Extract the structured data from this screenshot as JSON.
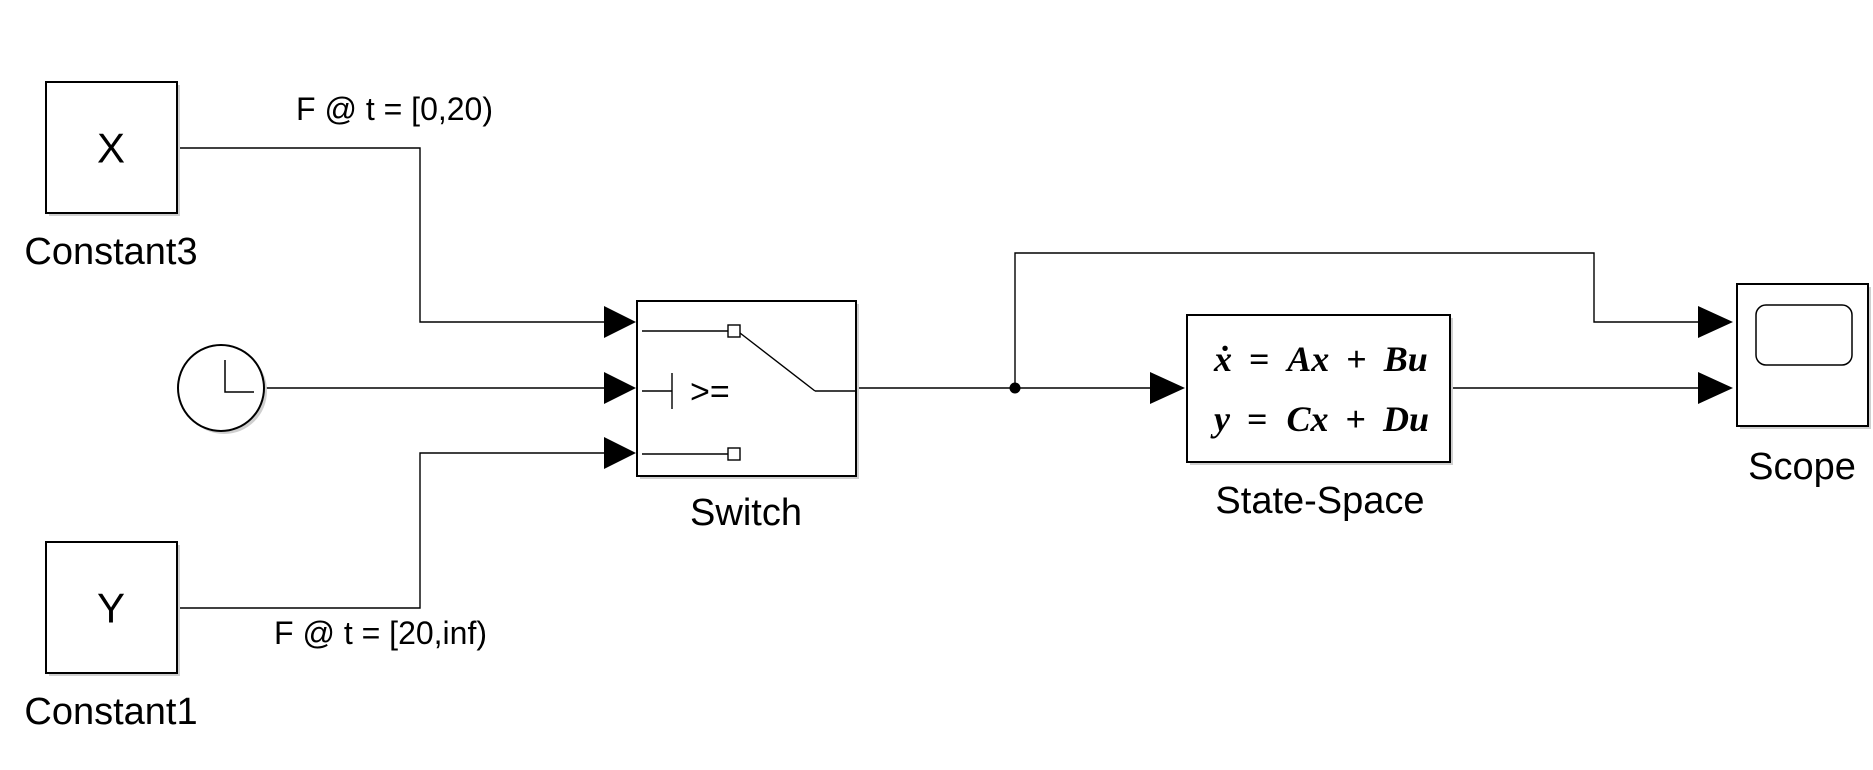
{
  "blocks": {
    "constant3": {
      "value": "X",
      "name": "Constant3"
    },
    "constant1": {
      "value": "Y",
      "name": "Constant1"
    },
    "clock": {
      "name": ""
    },
    "switch": {
      "criterion": ">=",
      "name": "Switch"
    },
    "state_space": {
      "eq1": {
        "lhs": "ẋ",
        "eq": "=",
        "t1": "Ax",
        "plus": "+",
        "t2": "Bu"
      },
      "eq2": {
        "lhs": "y",
        "eq": "=",
        "t1": "Cx",
        "plus": "+",
        "t2": "Du"
      },
      "name": "State-Space"
    },
    "scope": {
      "name": "Scope"
    }
  },
  "signals": {
    "top_label": "F @ t = [0,20)",
    "bottom_label": "F @ t = [20,inf)"
  }
}
